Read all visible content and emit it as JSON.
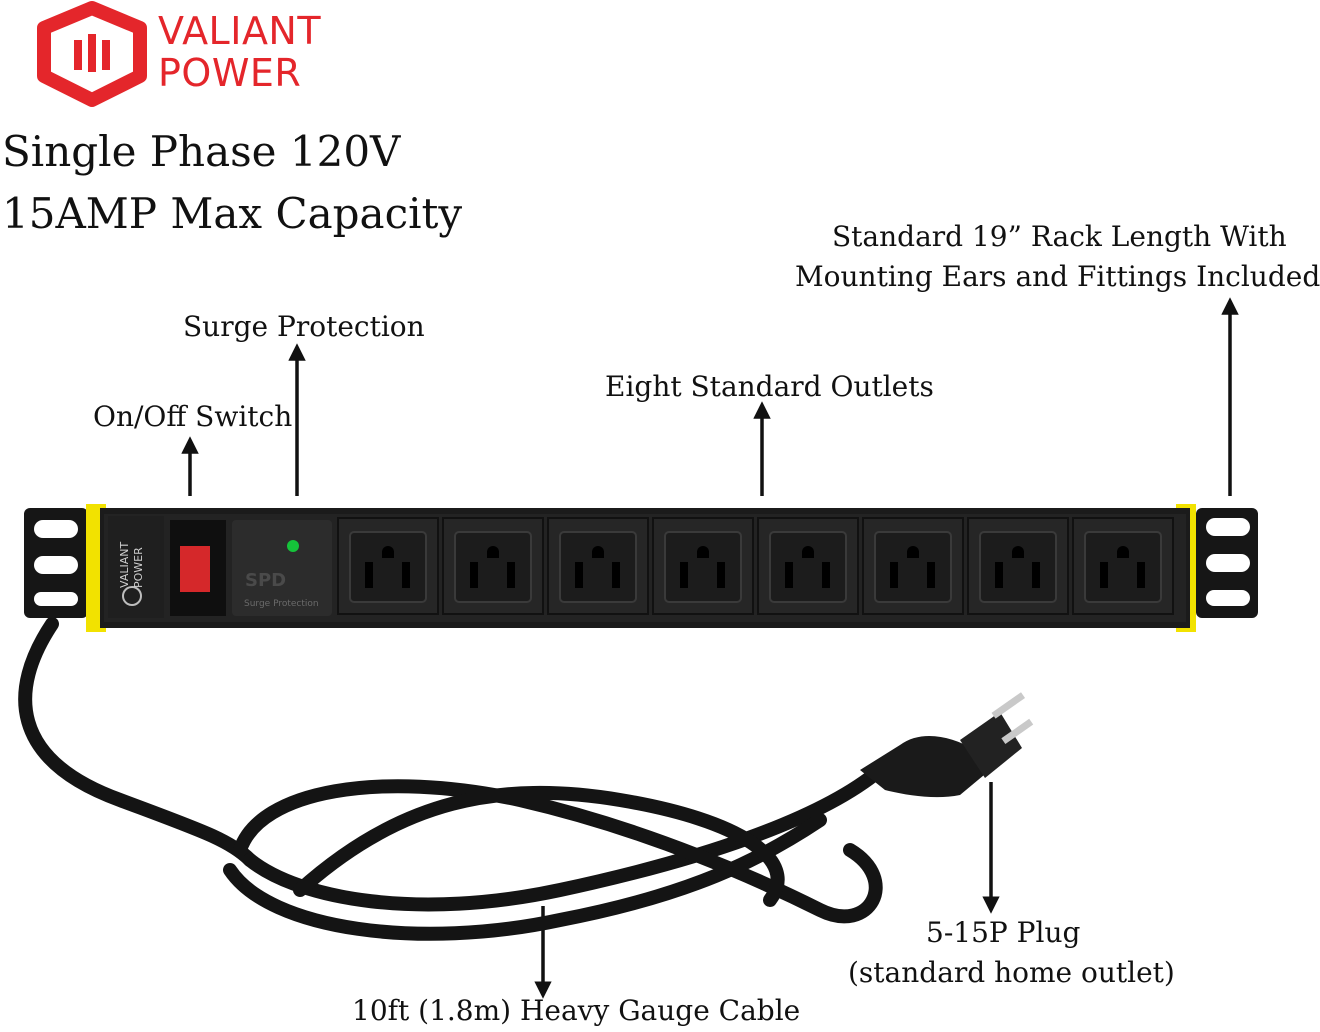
{
  "brand": {
    "line1": "VALIANT",
    "line2": "POWER",
    "colors": {
      "brand_red": "#e4262b",
      "accent_yellow": "#f2e200",
      "body_black": "#161616"
    }
  },
  "headline": {
    "line1": "Single Phase 120V",
    "line2": "15AMP Max Capacity"
  },
  "callouts": {
    "rack": {
      "line1": "Standard 19” Rack Length With",
      "line2": "Mounting Ears and Fittings Included"
    },
    "surge": "Surge Protection",
    "switch": "On/Off Switch",
    "outlets": "Eight Standard Outlets",
    "plug": {
      "line1": "5-15P Plug",
      "line2": "(standard home outlet)"
    },
    "cable": "10ft (1.8m) Heavy Gauge Cable"
  },
  "device": {
    "outlet_count": 8,
    "panel_brand": {
      "line1": "VALIANT",
      "line2": "POWER"
    },
    "spd_label": "SPD",
    "spd_caption": "Surge Protection"
  }
}
